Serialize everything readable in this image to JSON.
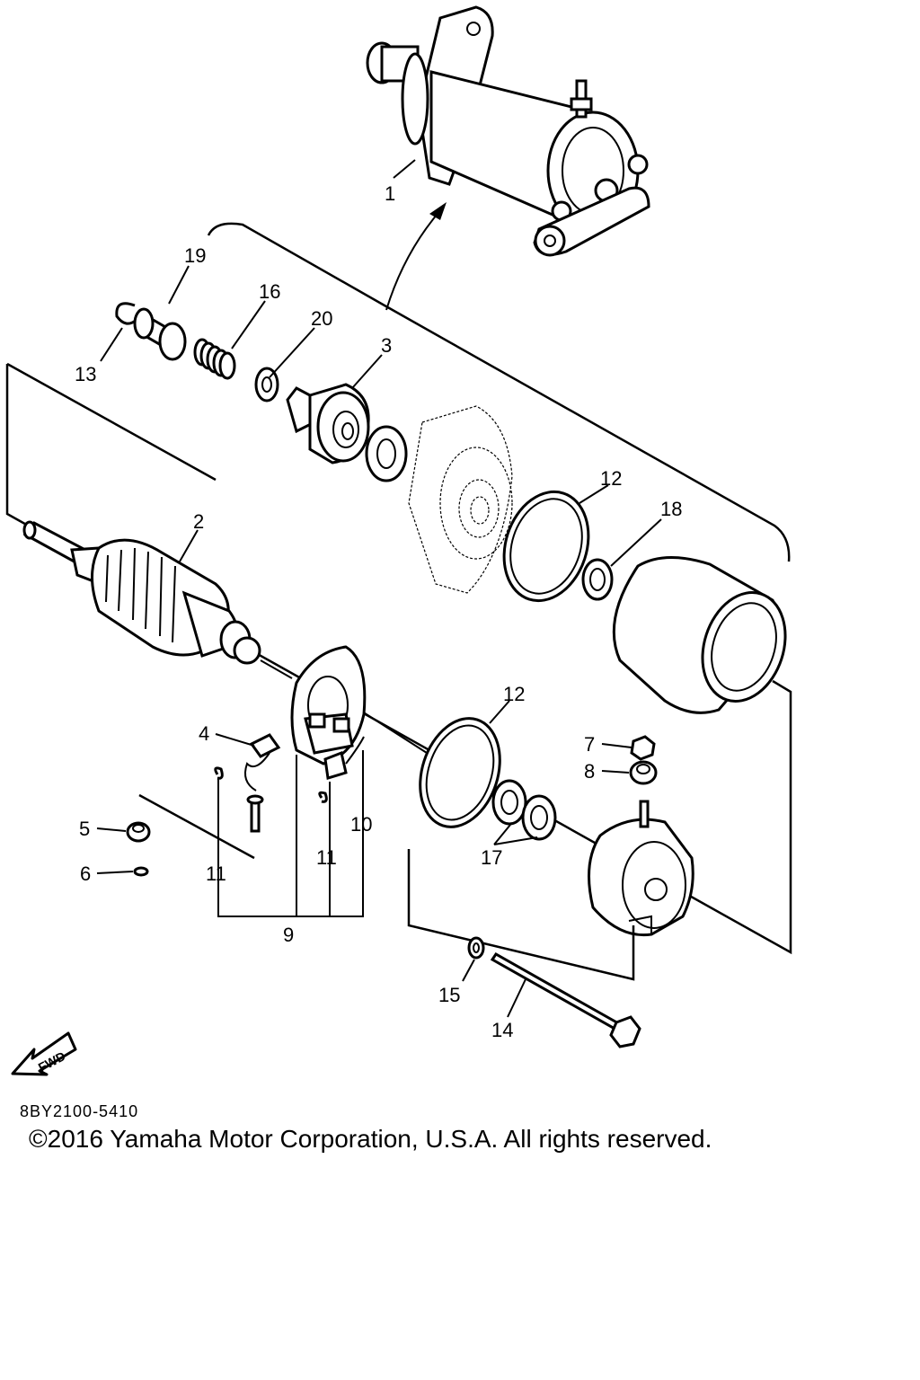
{
  "diagram": {
    "part_labels": {
      "p1": "1",
      "p2": "2",
      "p3": "3",
      "p4": "4",
      "p5": "5",
      "p6": "6",
      "p7": "7",
      "p8": "8",
      "p9": "9",
      "p10": "10",
      "p11a": "11",
      "p11b": "11",
      "p12a": "12",
      "p12b": "12",
      "p13": "13",
      "p14": "14",
      "p15": "15",
      "p16": "16",
      "p17": "17",
      "p18": "18",
      "p19": "19",
      "p20": "20"
    },
    "fwd_arrow_text": "FWD"
  },
  "footer": {
    "diagram_code": "8BY2100-5410",
    "copyright": "©2016 Yamaha Motor Corporation, U.S.A. All rights reserved."
  }
}
